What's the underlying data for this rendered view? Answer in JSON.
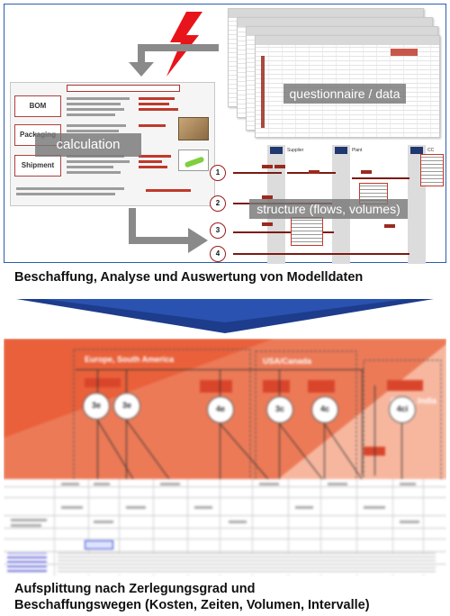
{
  "top_panel": {
    "calculation_label": "calculation",
    "questionnaire_label": "questionnaire / data",
    "structure_label": "structure (flows, volumes)",
    "phases": [
      "BOM",
      "Packaging",
      "Shipment"
    ],
    "lanes": [
      "Supplier",
      "Plant",
      "CC"
    ],
    "steps": [
      "1",
      "2",
      "3",
      "4"
    ],
    "colors": {
      "frame": "#2a5db0",
      "accent_red": "#c0392b",
      "lightning": "#e8141b",
      "arrow_gray": "#8a8a8a"
    }
  },
  "arrow": {
    "color": "#1d3c8c"
  },
  "captions": {
    "top": "Beschaffung, Analyse und Auswertung von Modelldaten",
    "bottom_line1": "Aufsplittung nach Zerlegungsgrad und",
    "bottom_line2": "Beschaffungswegen (Kosten, Zeiten, Volumen, Intervalle)"
  },
  "bottom_panel": {
    "regions": [
      "Europe, South America",
      "USA/Canada",
      "China, India"
    ],
    "nodes": [
      "3e",
      "3e",
      "4e",
      "3c",
      "4c",
      "4ci"
    ],
    "colors": {
      "salmon": "#f4a58a",
      "orange_red": "#e8603e"
    }
  }
}
